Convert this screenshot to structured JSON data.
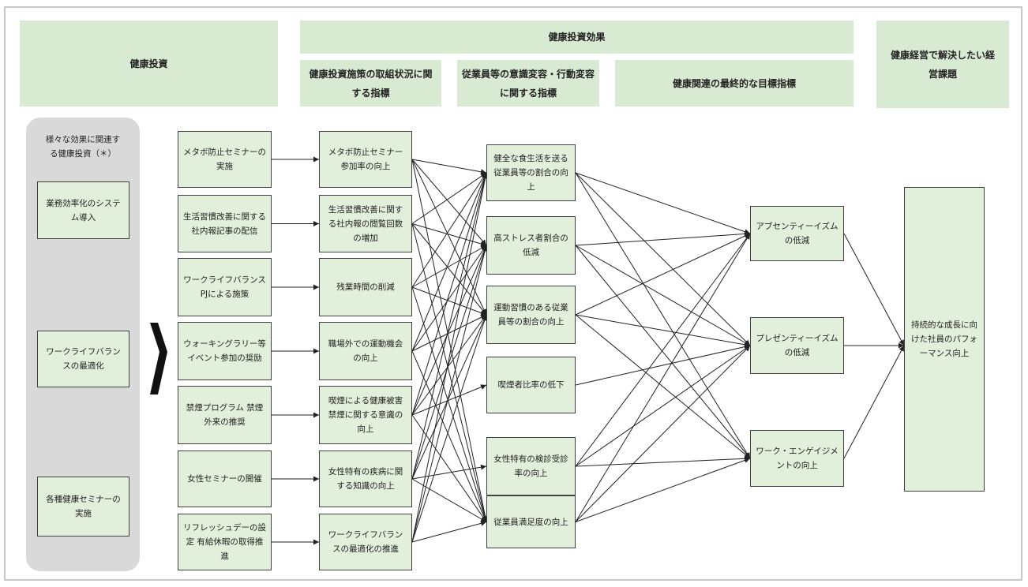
{
  "header": {
    "investment": "健康投資",
    "effects": "健康投資効果",
    "measures": "健康投資施策の取組状況に関する指標",
    "awareness": "従業員等の意識変容・行動変容に関する指標",
    "final": "健康関連の最終的な目標指標",
    "issues": "健康経営で解決したい経営課題"
  },
  "panel": {
    "title": "様々な効果に関連する健康投資（＊）",
    "items": [
      "業務効率化のシステム導入",
      "ワークライフバランスの最適化",
      "各種健康セミナーの実施"
    ]
  },
  "col1": [
    "メタボ防止セミナーの実施",
    "生活習慣改善に関する社内報記事の配信",
    "ワークライフバランスPJによる施策",
    "ウォーキングラリー等イベント参加の奨励",
    "禁煙プログラム 禁煙外来の推奨",
    "女性セミナーの開催",
    "リフレッシュデーの設定 有給休暇の取得推進"
  ],
  "col2": [
    "メタボ防止セミナー参加率の向上",
    "生活習慣改善に関する社内報の閲覧回数の増加",
    "残業時間の削減",
    "職場外での運動機会の向上",
    "喫煙による健康被害禁煙に関する意識の向上",
    "女性特有の疾病に関する知識の向上",
    "ワークライフバランスの最適化の推進"
  ],
  "col3": [
    "健全な食生活を送る従業員等の割合の向上",
    "高ストレス者割合の低減",
    "運動習慣のある従業員等の割合の向上",
    "喫煙者比率の低下",
    "女性特有の検診受診率の向上",
    "従業員満足度の向上"
  ],
  "col4": [
    "アブセンティーイズムの低減",
    "プレゼンティーイズムの低減",
    "ワーク・エンゲイジメントの向上"
  ],
  "col5": [
    "持続的な成長に向けた社員のパフォーマンス向上"
  ],
  "links": {
    "c2_to_c3": [
      [
        0,
        0
      ],
      [
        0,
        1
      ],
      [
        0,
        2
      ],
      [
        0,
        5
      ],
      [
        1,
        0
      ],
      [
        1,
        1
      ],
      [
        1,
        2
      ],
      [
        1,
        5
      ],
      [
        2,
        0
      ],
      [
        2,
        1
      ],
      [
        2,
        2
      ],
      [
        2,
        5
      ],
      [
        3,
        0
      ],
      [
        3,
        1
      ],
      [
        3,
        2
      ],
      [
        3,
        5
      ],
      [
        4,
        0
      ],
      [
        4,
        1
      ],
      [
        4,
        2
      ],
      [
        4,
        3
      ],
      [
        4,
        5
      ],
      [
        5,
        0
      ],
      [
        5,
        1
      ],
      [
        5,
        2
      ],
      [
        5,
        4
      ],
      [
        5,
        5
      ],
      [
        6,
        0
      ],
      [
        6,
        1
      ],
      [
        6,
        2
      ],
      [
        6,
        5
      ]
    ],
    "c3_to_c4": [
      [
        0,
        0
      ],
      [
        0,
        1
      ],
      [
        0,
        2
      ],
      [
        1,
        0
      ],
      [
        1,
        1
      ],
      [
        1,
        2
      ],
      [
        2,
        0
      ],
      [
        2,
        1
      ],
      [
        2,
        2
      ],
      [
        3,
        1
      ],
      [
        4,
        0
      ],
      [
        4,
        1
      ],
      [
        4,
        2
      ],
      [
        5,
        0
      ],
      [
        5,
        1
      ],
      [
        5,
        2
      ]
    ]
  }
}
